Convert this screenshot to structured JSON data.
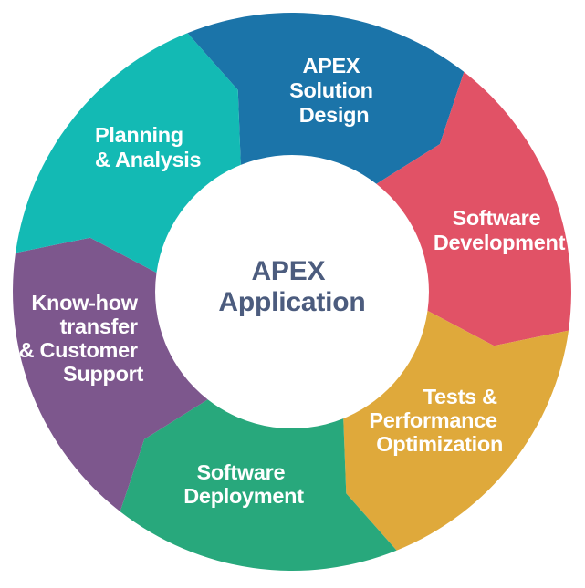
{
  "diagram": {
    "type": "cycle",
    "flow_direction": "clockwise",
    "background_color": "#ffffff",
    "center": {
      "label": "APEX Application",
      "lines": [
        "APEX",
        "Application"
      ],
      "text_color": "#4c5c7e"
    },
    "segments": [
      {
        "id": "apex-solution-design",
        "label": "APEX Solution Design",
        "lines": [
          "APEX",
          "Solution",
          "Design"
        ],
        "color": "#1b74a9",
        "text_color": "#ffffff"
      },
      {
        "id": "software-development",
        "label": "Software Development",
        "lines": [
          "Software",
          "Development"
        ],
        "color": "#e15266",
        "text_color": "#ffffff"
      },
      {
        "id": "tests-performance-optimization",
        "label": "Tests & Performance Optimization",
        "lines": [
          "Tests &",
          "Performance",
          "Optimization"
        ],
        "color": "#dfa93b",
        "text_color": "#ffffff"
      },
      {
        "id": "software-deployment",
        "label": "Software Deployment",
        "lines": [
          "Software",
          "Deployment"
        ],
        "color": "#28a87c",
        "text_color": "#ffffff"
      },
      {
        "id": "know-how-transfer-customer-support",
        "label": "Know-how transfer & Customer Support",
        "lines": [
          "Know-how",
          "transfer",
          "& Customer",
          "Support"
        ],
        "color": "#7d578d",
        "text_color": "#ffffff"
      },
      {
        "id": "planning-analysis",
        "label": "Planning & Analysis",
        "lines": [
          "Planning",
          "& Analysis"
        ],
        "color": "#13bab4",
        "text_color": "#ffffff"
      }
    ]
  }
}
